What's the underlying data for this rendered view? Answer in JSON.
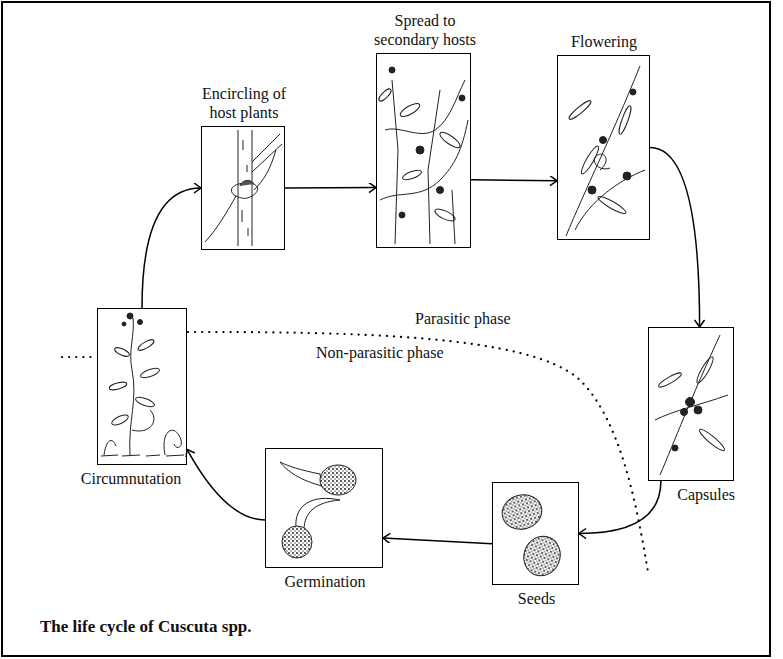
{
  "diagram": {
    "caption": "The life cycle of Cuscuta spp.",
    "nodes": [
      {
        "text": [
          "Circumnutation"
        ]
      },
      {
        "text": [
          "Encircling of host plants"
        ]
      },
      {
        "text": [
          "Spread to secondary hosts"
        ]
      },
      {
        "text": [
          "Flowering"
        ]
      },
      {
        "text": [
          "Capsules"
        ]
      },
      {
        "text": [
          "Seeds"
        ]
      },
      {
        "text": [
          "Germination"
        ]
      }
    ],
    "edges": [
      {
        "from": 0,
        "to": 1,
        "arrow": "to"
      },
      {
        "from": 1,
        "to": 2,
        "arrow": "to"
      },
      {
        "from": 2,
        "to": 3,
        "arrow": "to"
      },
      {
        "from": 3,
        "to": 4,
        "arrow": "to"
      },
      {
        "from": 4,
        "to": 5,
        "arrow": "to"
      },
      {
        "from": 5,
        "to": 6,
        "arrow": "to"
      },
      {
        "from": 6,
        "to": 0,
        "arrow": "to"
      }
    ],
    "labels": [
      "Parasitic phase",
      "Non-parasitic phase"
    ]
  }
}
